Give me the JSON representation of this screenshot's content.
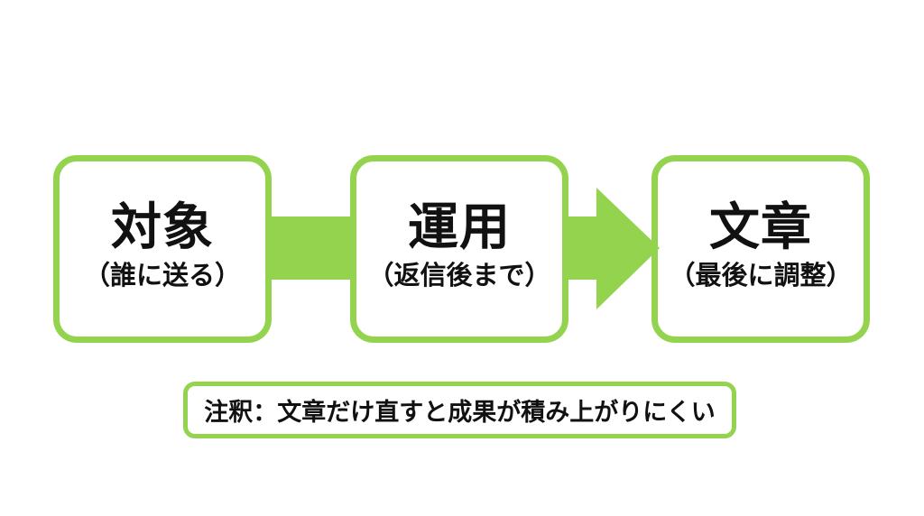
{
  "slide": {
    "background_color": "#ffffff",
    "accent_green": "#93d34e",
    "text_color": "#111111"
  },
  "flow": {
    "steps": [
      {
        "title": "対象",
        "subtitle": "（誰に送る）"
      },
      {
        "title": "運用",
        "subtitle": "（返信後まで）"
      },
      {
        "title": "文章",
        "subtitle": "（最後に調整）"
      }
    ],
    "connectors": [
      {
        "type": "bar"
      },
      {
        "type": "arrow-right"
      }
    ]
  },
  "note": {
    "text": "注釈：文章だけ直すと成果が積み上がりにくい"
  }
}
